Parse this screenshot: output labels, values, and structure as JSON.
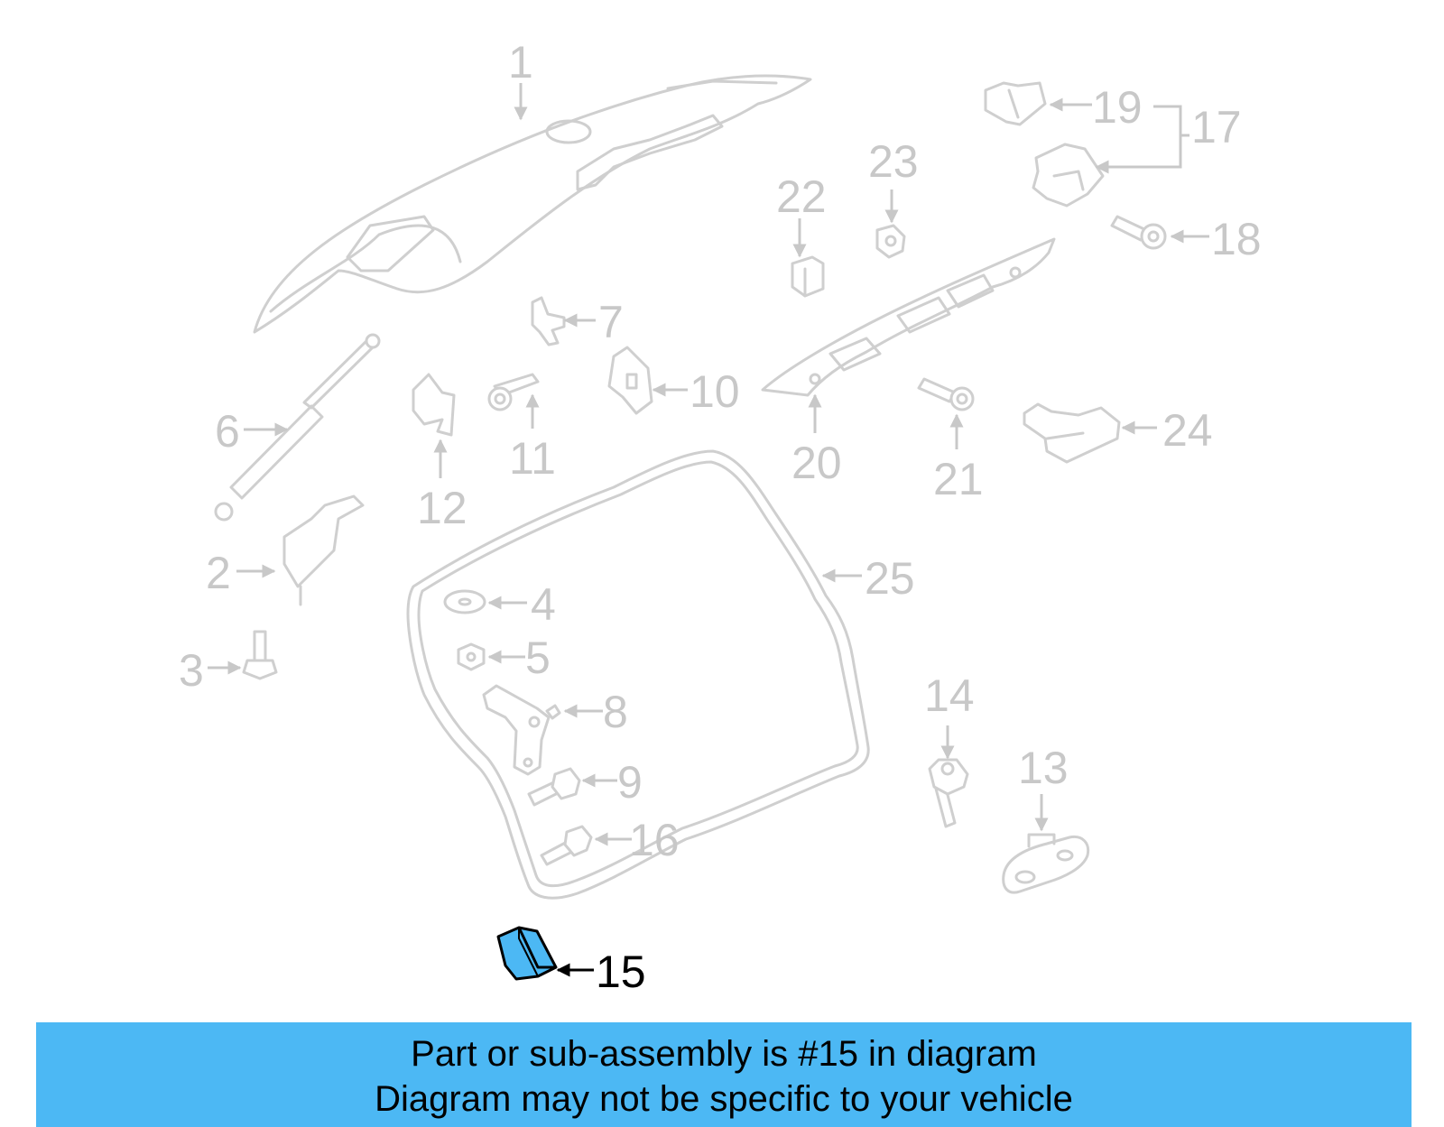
{
  "diagram": {
    "callouts": [
      "1",
      "2",
      "3",
      "4",
      "5",
      "6",
      "7",
      "8",
      "9",
      "10",
      "11",
      "12",
      "13",
      "14",
      "15",
      "16",
      "17",
      "18",
      "19",
      "20",
      "21",
      "22",
      "23",
      "24",
      "25"
    ],
    "highlighted_callout": "15",
    "colors": {
      "part_stroke": "#cfcfcf",
      "label_gray": "#c8c8c8",
      "highlight_fill": "#4cb8f4",
      "highlight_text": "#000000"
    }
  },
  "banner": {
    "line1": "Part or sub-assembly is #15 in diagram",
    "line2": "Diagram may not be specific to your vehicle",
    "background": "#4cb8f4"
  }
}
